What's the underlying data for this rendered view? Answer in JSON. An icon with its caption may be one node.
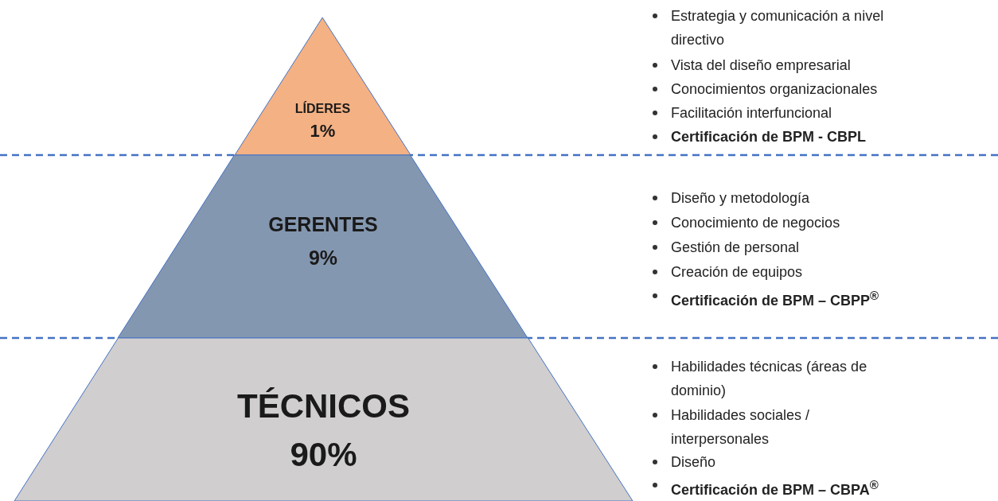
{
  "diagram": {
    "nodes": [
      {
        "text": [
          "LÍDERES",
          "1%"
        ]
      },
      {
        "text": [
          "GERENTES",
          "9%"
        ]
      },
      {
        "text": [
          "TÉCNICOS",
          "90%"
        ]
      }
    ],
    "labels": [
      "Estrategia y comunicación a nivel directivo",
      "Vista del diseño empresarial",
      "Conocimientos organizacionales",
      "Facilitación interfuncional",
      "Certificación de BPM - CBPL",
      "Diseño y metodología",
      "Conocimiento de negocios",
      "Gestión de personal",
      "Creación de equipos",
      "Certificación de BPM – CBPP$^{®}$",
      "Habilidades técnicas (áreas de dominio)",
      "Habilidades sociales / interpersonales",
      "Diseño",
      "Certificación de BPM – CBPA$^{®}$"
    ]
  }
}
